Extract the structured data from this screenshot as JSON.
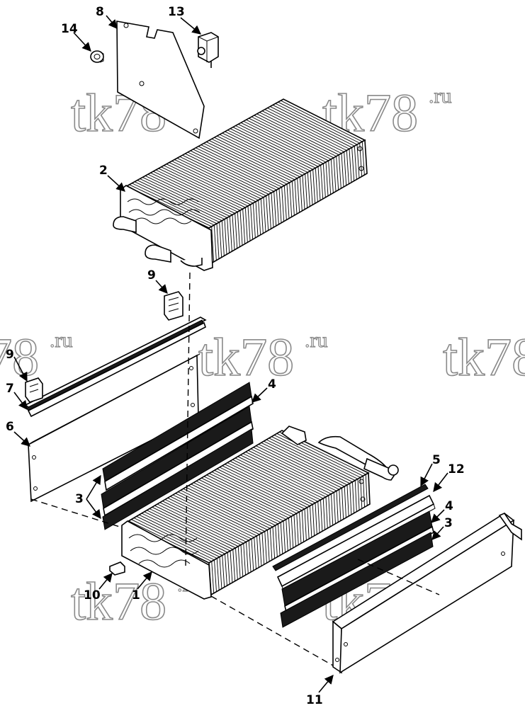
{
  "watermark": {
    "main": "tk78",
    "sup": ".ru"
  },
  "watermarks": [
    {
      "id": "wm-1"
    },
    {
      "id": "wm-2"
    },
    {
      "id": "wm-3"
    },
    {
      "id": "wm-4"
    },
    {
      "id": "wm-5"
    },
    {
      "id": "wm-6"
    },
    {
      "id": "wm-7"
    }
  ],
  "callouts": [
    {
      "id": "c1",
      "label": "1"
    },
    {
      "id": "c2",
      "label": "2"
    },
    {
      "id": "c3a",
      "label": "3"
    },
    {
      "id": "c3b",
      "label": "3"
    },
    {
      "id": "c4a",
      "label": "4"
    },
    {
      "id": "c4b",
      "label": "4"
    },
    {
      "id": "c5",
      "label": "5"
    },
    {
      "id": "c6",
      "label": "6"
    },
    {
      "id": "c7",
      "label": "7"
    },
    {
      "id": "c8",
      "label": "8"
    },
    {
      "id": "c9a",
      "label": "9"
    },
    {
      "id": "c9b",
      "label": "9"
    },
    {
      "id": "c10",
      "label": "10"
    },
    {
      "id": "c11",
      "label": "11"
    },
    {
      "id": "c12",
      "label": "12"
    },
    {
      "id": "c13",
      "label": "13"
    },
    {
      "id": "c14",
      "label": "14"
    }
  ]
}
